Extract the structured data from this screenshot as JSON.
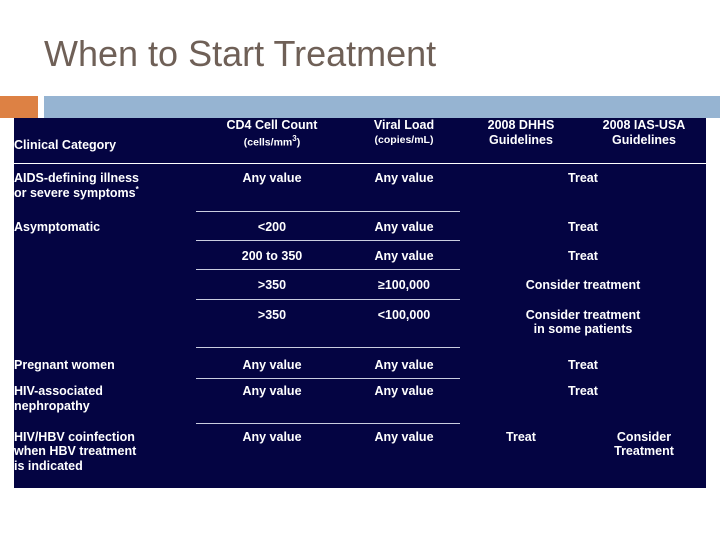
{
  "slide": {
    "title": "When to Start Treatment",
    "title_color": "#6f6057",
    "accent_orange": "#dd8144",
    "banner_blue": "#96b4d2",
    "table_bg": "#040442",
    "treat_color": "#ecd9a8",
    "text_color": "#ffffff"
  },
  "table": {
    "headers": {
      "category": "Clinical Category",
      "cd4_main": "CD4 Cell Count",
      "cd4_sub": "(cells/mm3)",
      "vl_main": "Viral Load",
      "vl_sub": "(copies/mL)",
      "dhhs_line1": "2008 DHHS",
      "dhhs_line2": "Guidelines",
      "ias_line1": "2008 IAS-USA",
      "ias_line2": "Guidelines"
    },
    "rows": [
      {
        "category_line1": "AIDS-defining illness",
        "category_line2": "or severe symptoms",
        "category_mark": "*",
        "cd4": "Any value",
        "viral_load": "Any value",
        "recommendation_span": "Treat",
        "recommendation_style": "treat"
      },
      {
        "category_line1": "Asymptomatic",
        "category_line2": "",
        "category_mark": "",
        "cd4": "<200",
        "viral_load": "Any value",
        "recommendation_span": "Treat",
        "recommendation_style": "treat"
      },
      {
        "category_line1": "",
        "category_line2": "",
        "category_mark": "",
        "cd4": "200 to 350",
        "viral_load": "Any value",
        "recommendation_span": "Treat",
        "recommendation_style": "treat"
      },
      {
        "category_line1": "",
        "category_line2": "",
        "category_mark": "",
        "cd4": ">350",
        "viral_load": "≥100,000",
        "recommendation_span": "Consider treatment",
        "recommendation_style": "consider"
      },
      {
        "category_line1": "",
        "category_line2": "",
        "category_mark": "",
        "cd4": ">350",
        "viral_load": "<100,000",
        "recommendation_span": "Consider treatment in some patients",
        "recommendation_style": "consider"
      },
      {
        "category_line1": "Pregnant women",
        "category_line2": "",
        "category_mark": "",
        "cd4": "Any value",
        "viral_load": "Any value",
        "recommendation_span": "Treat",
        "recommendation_style": "treat"
      },
      {
        "category_line1": "HIV-associated",
        "category_line2": "nephropathy",
        "category_mark": "",
        "cd4": "Any value",
        "viral_load": "Any value",
        "recommendation_span": "Treat",
        "recommendation_style": "treat"
      },
      {
        "category_line1": "HIV/HBV coinfection",
        "category_line2": "when HBV treatment",
        "category_line3": "is indicated",
        "category_mark": "",
        "cd4": "Any value",
        "viral_load": "Any value",
        "dhhs": "Treat",
        "ias_line1": "Consider",
        "ias_line2": "Treatment"
      }
    ]
  }
}
